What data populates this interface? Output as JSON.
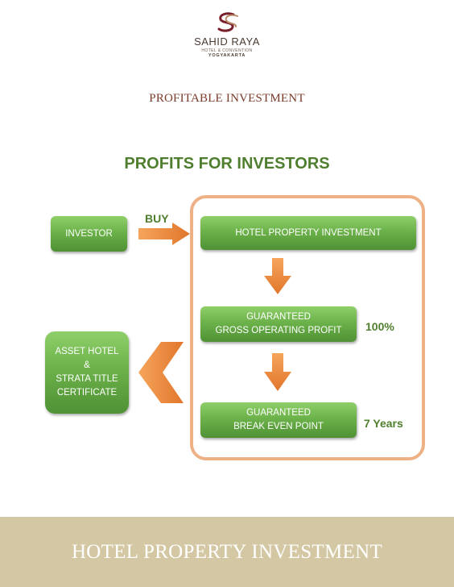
{
  "brand": {
    "name": "SAHID RAYA",
    "subtitle": "HOTEL & CONVENTION",
    "location": "YOGYAKARTA"
  },
  "page_title": "PROFITABLE INVESTMENT",
  "diagram": {
    "title": "PROFITS FOR INVESTORS",
    "investor": "INVESTOR",
    "buy_label": "BUY",
    "hotel_investment": "HOTEL PROPERTY INVESTMENT",
    "gop_line1": "GUARANTEED",
    "gop_line2": "GROSS OPERATING PROFIT",
    "gop_value": "100%",
    "bep_line1": "GUARANTEED",
    "bep_line2": "BREAK EVEN POINT",
    "bep_value": "7 Years",
    "asset_line1": "ASSET HOTEL",
    "asset_line2": "&",
    "asset_line3": "STRATA TITLE",
    "asset_line4": "CERTIFICATE"
  },
  "footer": {
    "title": "HOTEL PROPERTY INVESTMENT"
  },
  "colors": {
    "green_text": "#4f7f2e",
    "box_green": "#6cb24a",
    "arrow_orange": "#e9873a",
    "outline_peach": "#eeb185",
    "footer_bg": "#d4c7a3",
    "title_brown": "#7a3b2a"
  }
}
